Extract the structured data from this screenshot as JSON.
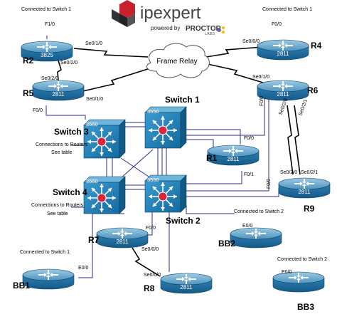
{
  "logo": {
    "brand": "ipexpert",
    "powered_by": "powered by",
    "partner": "PROCTOR",
    "partner_sub": "LABS"
  },
  "cloud": {
    "label": "Frame Relay"
  },
  "routers": {
    "R2": {
      "name": "R2",
      "model": "3825",
      "conn": "Connected to Switch 1",
      "f": "F1/0",
      "s1": "Se0/1/0",
      "s2": "Se0/2/0"
    },
    "R4": {
      "name": "R4",
      "model": "2811",
      "conn": "Connected to Switch 1",
      "f": "F0/0",
      "s1": "Se0/0/0"
    },
    "R5": {
      "name": "R5",
      "model": "2811",
      "f": "F0/0",
      "s1": "Se0/2/0",
      "s2": "Se0/1/0"
    },
    "R6": {
      "name": "R6",
      "model": "2811",
      "f": "F0/0",
      "s1": "Se0/1/0",
      "s2": "Se0/2/0",
      "s3": "Se0/2/1"
    },
    "R1": {
      "name": "R1",
      "model": "2811",
      "f1": "F0/0",
      "f2": "F0/1"
    },
    "R9": {
      "name": "R9",
      "model": "2811",
      "f": "F0/0",
      "s1": "Se0/2/0",
      "s2": "Se0/2/1"
    },
    "R7": {
      "name": "R7",
      "model": "2811",
      "f": "F0/0",
      "s1": "Se0/0/0"
    },
    "R8": {
      "name": "R8",
      "model": "2811",
      "s1": "Se0/0/0"
    },
    "BB1": {
      "name": "BB1",
      "conn": "Connected to Switch 1",
      "e": "E0/0"
    },
    "BB2": {
      "name": "BB2",
      "conn": "Connected to Switch 2",
      "e": "E0/0"
    },
    "BB3": {
      "name": "BB3",
      "conn": "Connected to Switch 2",
      "e": "E0/0"
    }
  },
  "switches": {
    "sw1": {
      "name": "Switch 1",
      "model": "3550"
    },
    "sw2": {
      "name": "Switch 2",
      "model": "3550"
    },
    "sw3": {
      "name": "Switch 3",
      "model": "3560",
      "note1": "Connections to Routers",
      "note2": "See table"
    },
    "sw4": {
      "name": "Switch 4",
      "model": "3560",
      "note1": "Connections to Routers",
      "note2": "See table"
    }
  },
  "colors": {
    "router_top": "#6aa6c8",
    "router_body": "#1f6fa0",
    "switch": "#1a7fb0",
    "hub": "#d9263a",
    "line": "#2b2b8a"
  }
}
